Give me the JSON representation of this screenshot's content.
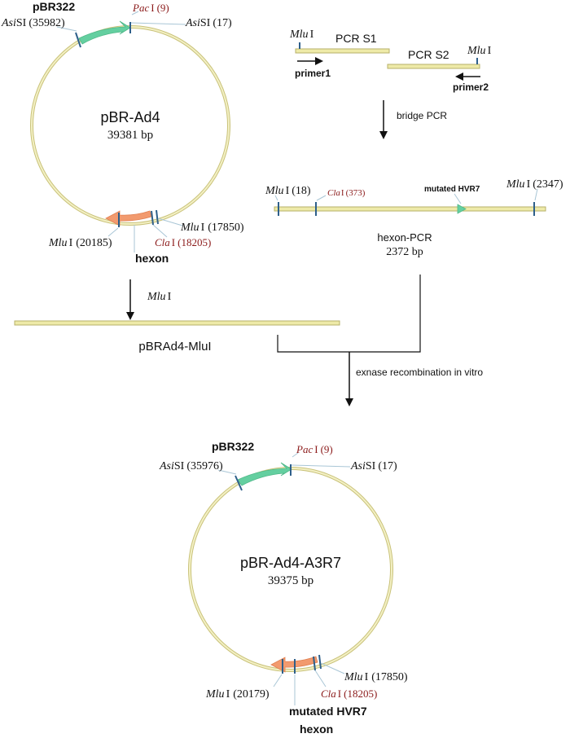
{
  "colors": {
    "backbone": "#eeeaa8",
    "backbone_stroke": "#b7b06a",
    "pbr322_arrow": "#64cfa0",
    "hexon_arrow": "#f29a6e",
    "site_tick": "#2e5f8a",
    "leader_line": "#a9c6d6",
    "cla_pac_text": "#8b1a1a",
    "flow_line": "#111111"
  },
  "plasmid1": {
    "name": "pBR-Ad4",
    "size": "39381 bp",
    "pbr322": "pBR322",
    "hexon": "hexon",
    "asisi_left": {
      "enzyme": "Asi",
      "suffix": "SI",
      "pos": "(35982)"
    },
    "paci": {
      "enzyme": "Pac",
      "suffix": "I",
      "pos": "(9)"
    },
    "asisi_right": {
      "enzyme": "Asi",
      "suffix": "SI",
      "pos": "(17)"
    },
    "mlui_right": {
      "enzyme": "Mlu",
      "suffix": "I",
      "pos": "(17850)"
    },
    "mlui_left": {
      "enzyme": "Mlu",
      "suffix": "I",
      "pos": "(20185)"
    },
    "clai": {
      "enzyme": "Cla",
      "suffix": "I",
      "pos": "(18205)"
    }
  },
  "pcr": {
    "s1": "PCR S1",
    "s2": "PCR S2",
    "mlui_s1": {
      "enzyme": "Mlu",
      "suffix": "I"
    },
    "mlui_s2": {
      "enzyme": "Mlu",
      "suffix": "I"
    },
    "primer1": "primer1",
    "primer2": "primer2",
    "bridge_step": "bridge PCR"
  },
  "hexon_pcr": {
    "name": "hexon-PCR",
    "size": "2372 bp",
    "mlui_left": {
      "enzyme": "Mlu",
      "suffix": "I",
      "pos": "(18)"
    },
    "clai": {
      "enzyme": "Cla",
      "suffix": "I",
      "pos": "(373)"
    },
    "mutated": "mutated HVR7",
    "mlui_right": {
      "enzyme": "Mlu",
      "suffix": "I",
      "pos": "(2347)"
    }
  },
  "digest": {
    "enzyme": "Mlu",
    "suffix": "I",
    "product": "pBRAd4-MluI",
    "recombination": "exnase recombination in vitro"
  },
  "plasmid2": {
    "name": "pBR-Ad4-A3R7",
    "size": "39375 bp",
    "pbr322": "pBR322",
    "mutated": "mutated HVR7",
    "hexon": "hexon",
    "asisi_left": {
      "enzyme": "Asi",
      "suffix": "SI",
      "pos": "(35976)"
    },
    "paci": {
      "enzyme": "Pac",
      "suffix": "I",
      "pos": "(9)"
    },
    "asisi_right": {
      "enzyme": "Asi",
      "suffix": "SI",
      "pos": "(17)"
    },
    "mlui_right": {
      "enzyme": "Mlu",
      "suffix": "I",
      "pos": "(17850)"
    },
    "mlui_left": {
      "enzyme": "Mlu",
      "suffix": "I",
      "pos": "(20179)"
    },
    "clai": {
      "enzyme": "Cla",
      "suffix": "I",
      "pos": "(18205)"
    }
  }
}
